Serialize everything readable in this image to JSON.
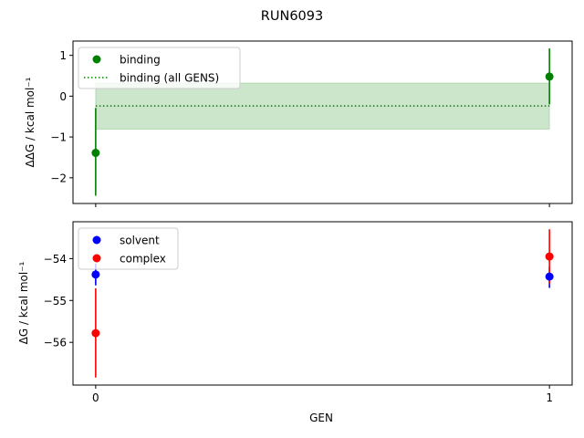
{
  "chart_data": [
    {
      "type": "scatter",
      "title": "RUN6093",
      "xlabel": "",
      "ylabel": "ΔΔG / kcal mol⁻¹",
      "xlim": [
        -0.05,
        1.05
      ],
      "ylim": [
        -2.63,
        1.35
      ],
      "yticks": [
        1,
        0,
        -1,
        -2
      ],
      "ytick_labels": [
        "1",
        "0",
        "−1",
        "−2"
      ],
      "grid": false,
      "legend_position": "top-left",
      "series": [
        {
          "name": "binding",
          "color": "#008000",
          "marker": "circle",
          "x": [
            0,
            1
          ],
          "y": [
            -1.39,
            0.48
          ],
          "yerr_low": [
            -2.44,
            -0.2
          ],
          "yerr_high": [
            -0.29,
            1.17
          ]
        },
        {
          "name": "binding (all GENS)",
          "color": "#008000",
          "style": "dotted",
          "y": -0.24,
          "band": [
            -0.81,
            0.32
          ]
        }
      ]
    },
    {
      "type": "scatter",
      "xlabel": "GEN",
      "ylabel": "ΔG / kcal mol⁻¹",
      "xlim": [
        -0.05,
        1.05
      ],
      "ylim": [
        -57.02,
        -53.12
      ],
      "xticks": [
        0,
        1
      ],
      "xtick_labels": [
        "0",
        "1"
      ],
      "yticks": [
        -54,
        -55,
        -56
      ],
      "ytick_labels": [
        "−54",
        "−55",
        "−56"
      ],
      "grid": false,
      "legend_position": "top-left",
      "series": [
        {
          "name": "solvent",
          "color": "#0000ff",
          "x": [
            0,
            1
          ],
          "y": [
            -54.38,
            -54.43
          ],
          "yerr_low": [
            -54.64,
            -54.7
          ],
          "yerr_high": [
            -54.12,
            -54.2
          ]
        },
        {
          "name": "complex",
          "color": "#ff0000",
          "x": [
            0,
            1
          ],
          "y": [
            -55.78,
            -53.95
          ],
          "yerr_low": [
            -56.84,
            -54.6
          ],
          "yerr_high": [
            -54.71,
            -53.3
          ]
        }
      ]
    }
  ]
}
